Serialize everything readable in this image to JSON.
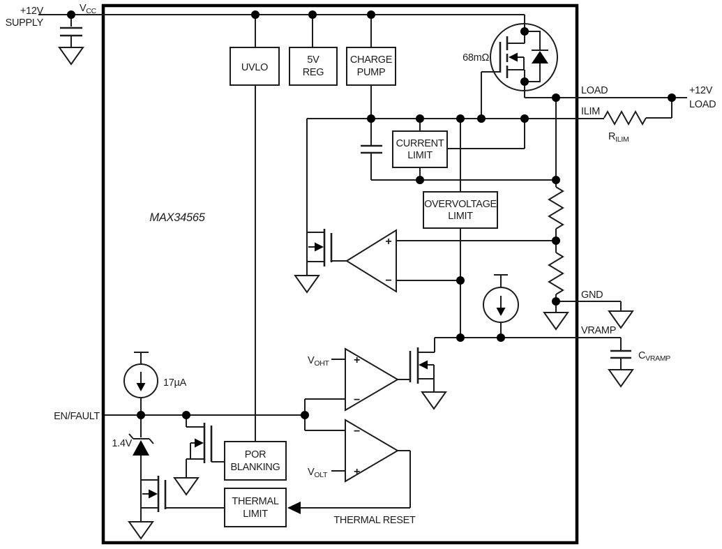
{
  "diagram": {
    "part": "MAX34565",
    "supply": {
      "l1": "+12V",
      "l2": "SUPPLY"
    },
    "pins": {
      "vcc": "V",
      "vcc_sub": "CC",
      "load": "LOAD",
      "ilim": "ILIM",
      "gnd": "GND",
      "vramp": "VRAMP",
      "enfault": "EN/FAULT"
    },
    "external": {
      "load12_l1": "+12V",
      "load12_l2": "LOAD",
      "rilim": "R",
      "rilim_sub": "ILIM",
      "cvramp": "C",
      "cvramp_sub": "VRAMP"
    },
    "blocks": {
      "uvlo": "UVLO",
      "reg_l1": "5V",
      "reg_l2": "REG",
      "cp_l1": "CHARGE",
      "cp_l2": "PUMP",
      "cl_l1": "CURRENT",
      "cl_l2": "LIMIT",
      "ovl_l1": "OVERVOLTAGE",
      "ovl_l2": "LIMIT",
      "por_l1": "POR",
      "por_l2": "BLANKING",
      "tl_l1": "THERMAL",
      "tl_l2": "LIMIT"
    },
    "values": {
      "rds_on": "68mΩ",
      "iref": "17µA",
      "vzener": "1.4V"
    },
    "signals": {
      "voht": "V",
      "voht_sub": "OHT",
      "volt": "V",
      "volt_sub": "OLT",
      "thermal_reset": "THERMAL RESET",
      "plus": "+",
      "minus": "−"
    }
  }
}
